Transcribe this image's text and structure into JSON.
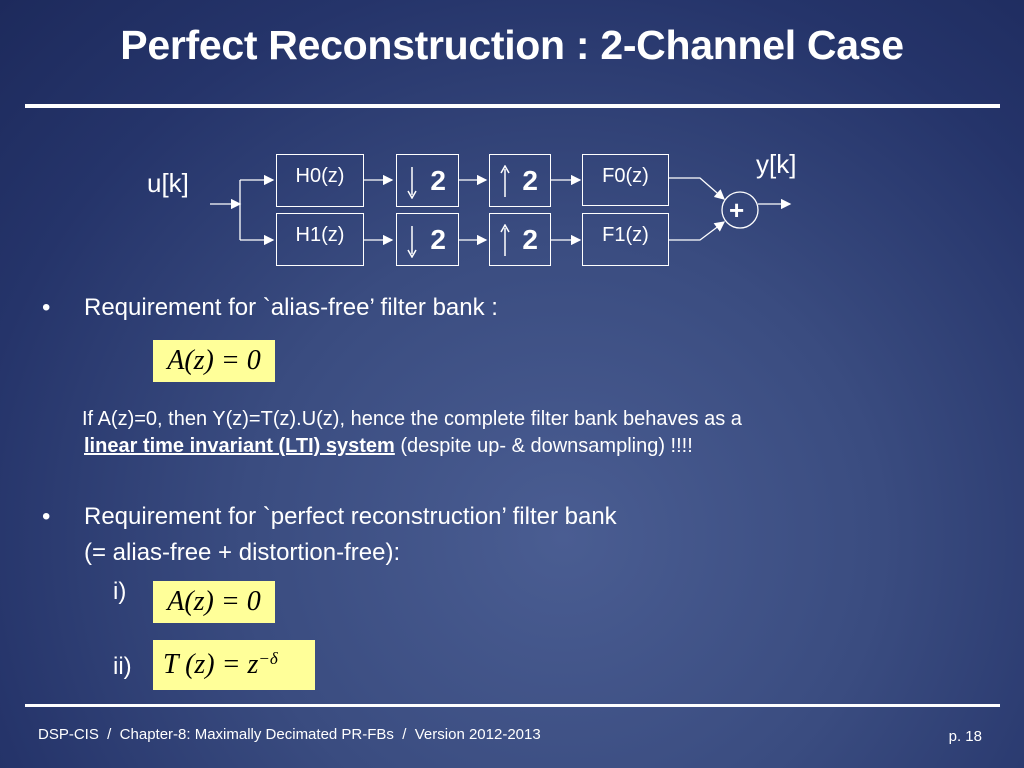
{
  "slide": {
    "title": "Perfect Reconstruction : 2-Channel Case",
    "footer": "DSP-CIS  /  Chapter-8: Maximally Decimated PR-FBs  /  Version 2012-2013",
    "page": "p. 18"
  },
  "diagram": {
    "input": "u[k]",
    "output": "y[k]",
    "h0": "H0(z)",
    "h1": "H1(z)",
    "f0": "F0(z)",
    "f1": "F1(z)",
    "down_factor": "2",
    "up_factor": "2",
    "adder": "+"
  },
  "bullets": [
    {
      "marker": "•",
      "text": "Requirement for `alias-free’ filter bank :"
    },
    {
      "marker": "•",
      "text": "Requirement for `perfect reconstruction’ filter bank",
      "text2": "(= alias-free + distortion-free):"
    }
  ],
  "equations": {
    "alias_free": "A(z) = 0",
    "item_i": "i)",
    "item_ii": "ii)",
    "pr_i": "A(z) = 0",
    "pr_ii_lhs": "T (z) = z",
    "pr_ii_exp": "−δ"
  },
  "note": {
    "line1": "If A(z)=0, then Y(z)=T(z).U(z), hence the complete filter bank behaves as a",
    "emphasis": "linear time invariant (LTI) system",
    "rest": " (despite up- & downsampling) !!!!"
  }
}
